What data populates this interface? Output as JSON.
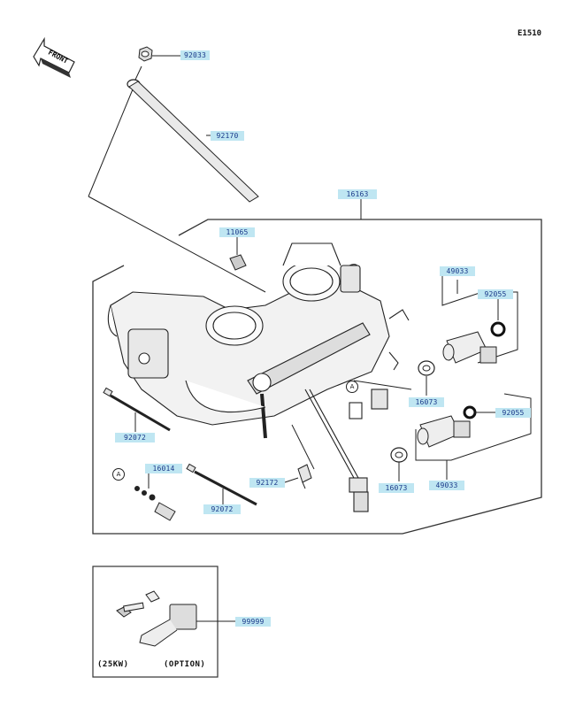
{
  "diagram_code": "E1510",
  "front_arrow_label": "FRONT",
  "ref_marker": "A",
  "parts": [
    {
      "id": "p1",
      "number": "92033"
    },
    {
      "id": "p2",
      "number": "92170"
    },
    {
      "id": "p3",
      "number": "16163"
    },
    {
      "id": "p4",
      "number": "11065"
    },
    {
      "id": "p5",
      "number": "49033"
    },
    {
      "id": "p6",
      "number": "92055"
    },
    {
      "id": "p7",
      "number": "16073"
    },
    {
      "id": "p8",
      "number": "92055"
    },
    {
      "id": "p9",
      "number": "92072"
    },
    {
      "id": "p10",
      "number": "16014"
    },
    {
      "id": "p11",
      "number": "92172"
    },
    {
      "id": "p12",
      "number": "16073"
    },
    {
      "id": "p13",
      "number": "49033"
    },
    {
      "id": "p14",
      "number": "92072"
    },
    {
      "id": "p15",
      "number": "99999"
    }
  ],
  "option_box": {
    "left_caption": "(25KW)",
    "right_caption": "(OPTION)"
  },
  "colors": {
    "label_bg": "#bfe6f2",
    "label_text": "#1a3a8a",
    "line": "#222222"
  }
}
